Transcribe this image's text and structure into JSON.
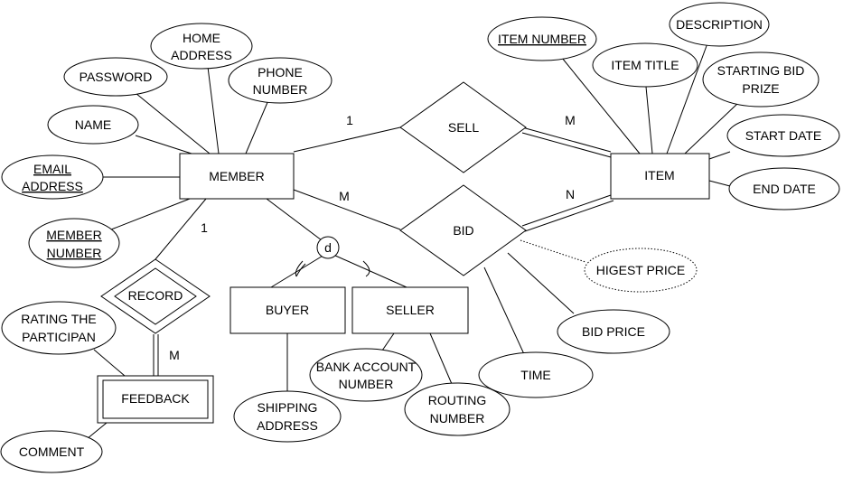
{
  "entities": {
    "member": "MEMBER",
    "item": "ITEM",
    "buyer": "BUYER",
    "seller": "SELLER",
    "feedback": "FEEDBACK"
  },
  "relationships": {
    "sell": "SELL",
    "bid": "BID",
    "record": "RECORD"
  },
  "attributes": {
    "home_address": [
      "HOME",
      "ADDRESS"
    ],
    "password": "PASSWORD",
    "phone_number": [
      "PHONE",
      "NUMBER"
    ],
    "name": "NAME",
    "email_address": [
      "EMAIL",
      "ADDRESS"
    ],
    "member_number": [
      "MEMBER",
      "NUMBER"
    ],
    "item_number": "ITEM NUMBER",
    "item_title": "ITEM TITLE",
    "description": "DESCRIPTION",
    "starting_bid_prize": [
      "STARTING BID",
      "PRIZE"
    ],
    "start_date": "START DATE",
    "end_date": "END DATE",
    "higest_price": "HIGEST PRICE",
    "bid_price": "BID PRICE",
    "time": "TIME",
    "bank_account_number": [
      "BANK ACCOUNT",
      "NUMBER"
    ],
    "routing_number": [
      "ROUTING",
      "NUMBER"
    ],
    "shipping_address": [
      "SHIPPING",
      "ADDRESS"
    ],
    "rating_the_participan": [
      "RATING THE",
      "PARTICIPAN"
    ],
    "comment": "COMMENT"
  },
  "cardinalities": {
    "sell_member": "1",
    "sell_item": "M",
    "bid_member": "M",
    "bid_item": "N",
    "record_member": "1",
    "record_feedback": "M"
  },
  "specialization": "d"
}
